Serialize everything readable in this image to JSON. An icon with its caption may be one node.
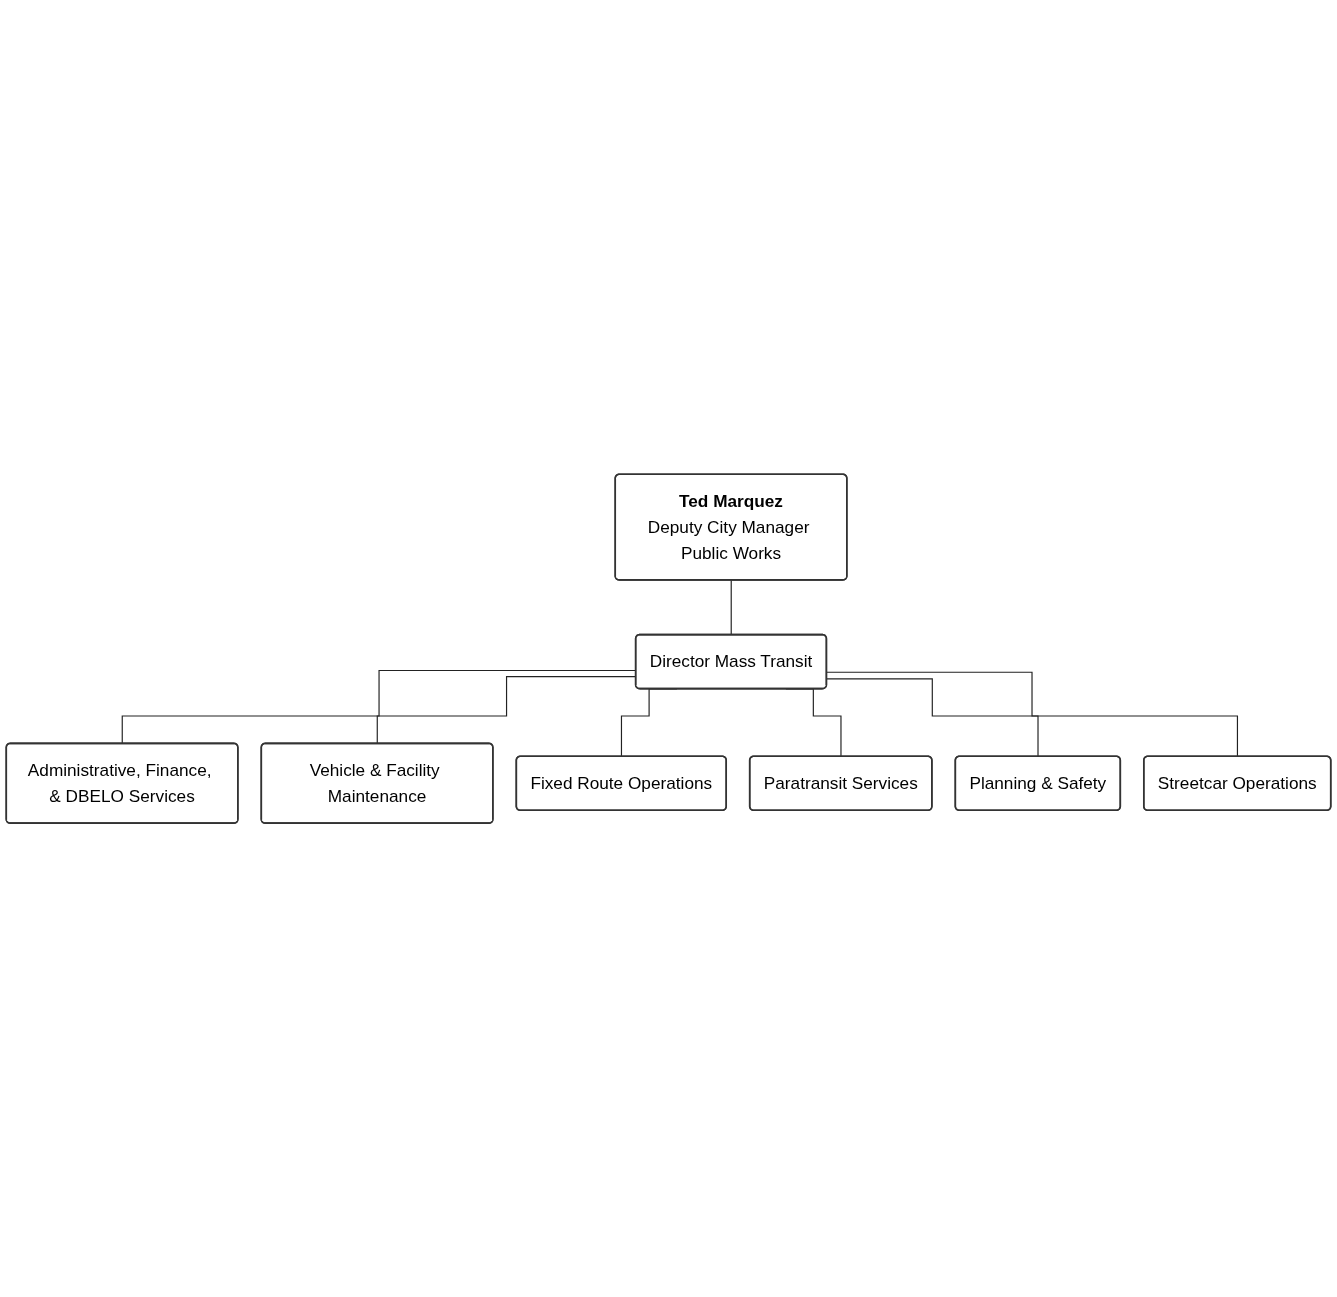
{
  "diagram": {
    "nodes": [
      {
        "text": [
          "Ted Marquez",
          "Deputy City Manager Public Works"
        ]
      },
      {
        "text": [
          "Director Mass Transit"
        ]
      },
      {
        "text": [
          "Administrative, Finance, & DBELO Services"
        ]
      },
      {
        "text": [
          "Vehicle & Facility Maintenance"
        ]
      },
      {
        "text": [
          "Fixed Route Operations"
        ]
      },
      {
        "text": [
          "Paratransit Services"
        ]
      },
      {
        "text": [
          "Planning & Safety"
        ]
      },
      {
        "text": [
          "Streetcar Operations"
        ]
      }
    ],
    "edges": [
      {
        "from": 0,
        "to": 1,
        "arrow": "none"
      },
      {
        "from": 1,
        "to": 2,
        "arrow": "none"
      },
      {
        "from": 1,
        "to": 3,
        "arrow": "none"
      },
      {
        "from": 1,
        "to": 4,
        "arrow": "none"
      },
      {
        "from": 1,
        "to": 5,
        "arrow": "none"
      },
      {
        "from": 1,
        "to": 6,
        "arrow": "none"
      },
      {
        "from": 1,
        "to": 7,
        "arrow": "none"
      }
    ]
  }
}
